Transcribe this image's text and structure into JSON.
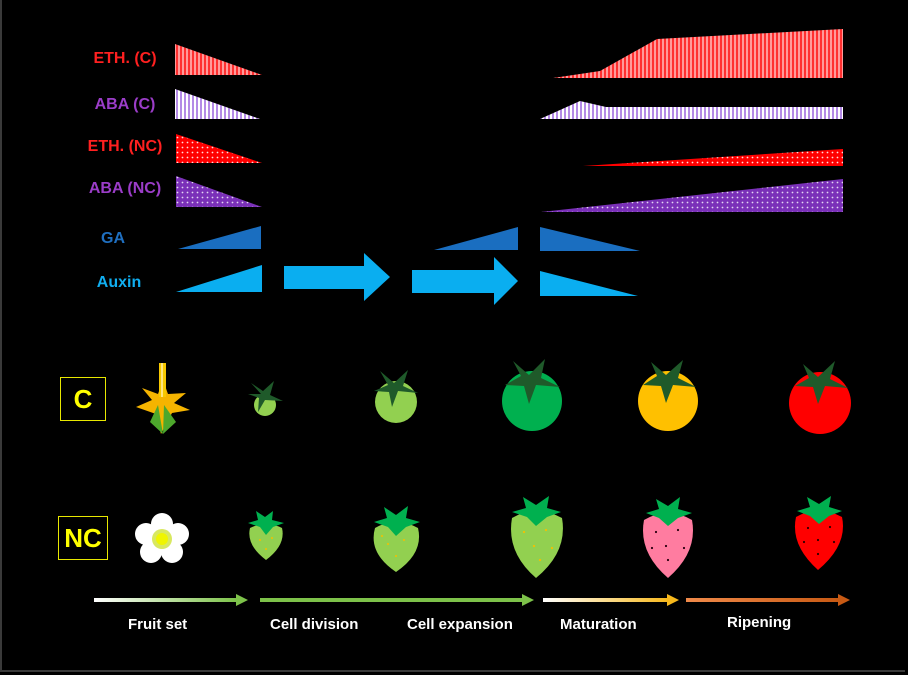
{
  "hormones": [
    {
      "label": "ETH. (C)",
      "color": "#ff2020"
    },
    {
      "label": "ABA (C)",
      "color": "#9b3dc8"
    },
    {
      "label": "ETH. (NC)",
      "color": "#ff2020"
    },
    {
      "label": "ABA (NC)",
      "color": "#9b3dc8"
    },
    {
      "label": "GA",
      "color": "#1f6fc0"
    },
    {
      "label": "Auxin",
      "color": "#10aef0"
    }
  ],
  "fruit_types": {
    "climacteric": "C",
    "non_climacteric": "NC"
  },
  "stages": [
    "Fruit set",
    "Cell division",
    "Cell expansion",
    "Maturation",
    "Ripening"
  ],
  "colors": {
    "eth_c": "#ff5a5a",
    "aba_c": "#c9a8f0",
    "eth_nc": "#ff0000",
    "aba_nc": "#7a2fb8",
    "ga": "#1a6ec0",
    "auxin": "#0aaef0",
    "box_text": "#ffff00"
  }
}
